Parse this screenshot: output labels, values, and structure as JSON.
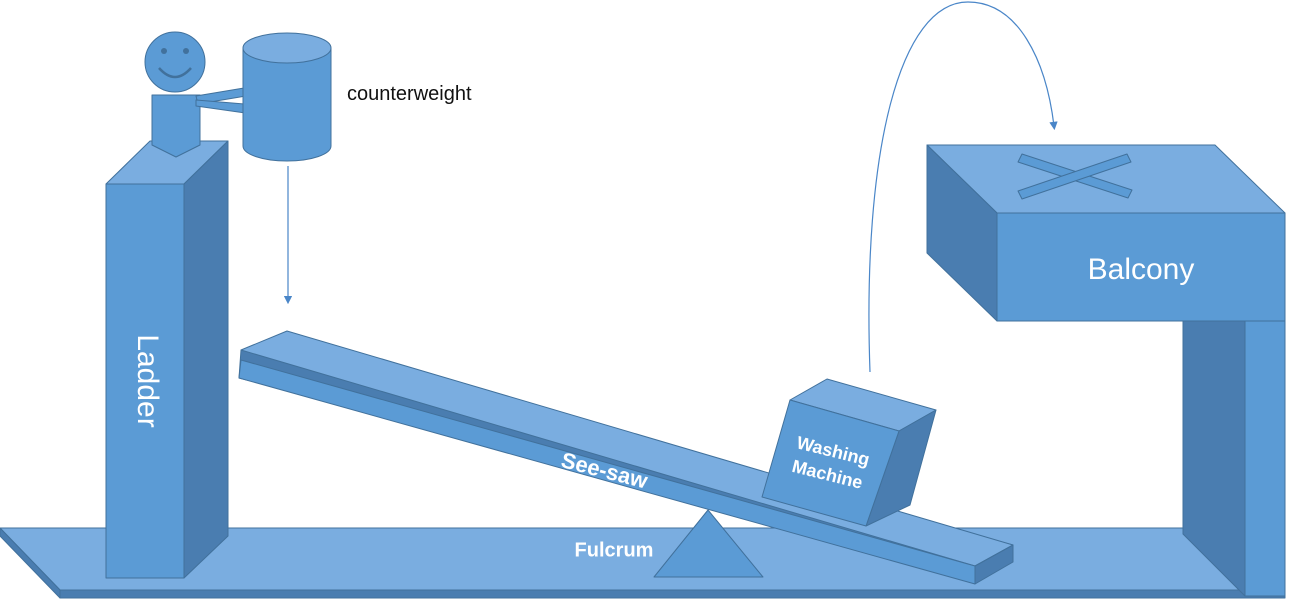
{
  "labels": {
    "ladder": "Ladder",
    "counterweight": "counterweight",
    "balcony": "Balcony",
    "see_saw": "See-saw",
    "washing_machine_line1": "Washing",
    "washing_machine_line2": "Machine",
    "fulcrum": "Fulcrum"
  },
  "colors": {
    "face": "#5B9BD5",
    "light": "#7AADE0",
    "dark": "#4A7DB0",
    "outline": "#41719C",
    "arrow": "#4A86C8"
  }
}
